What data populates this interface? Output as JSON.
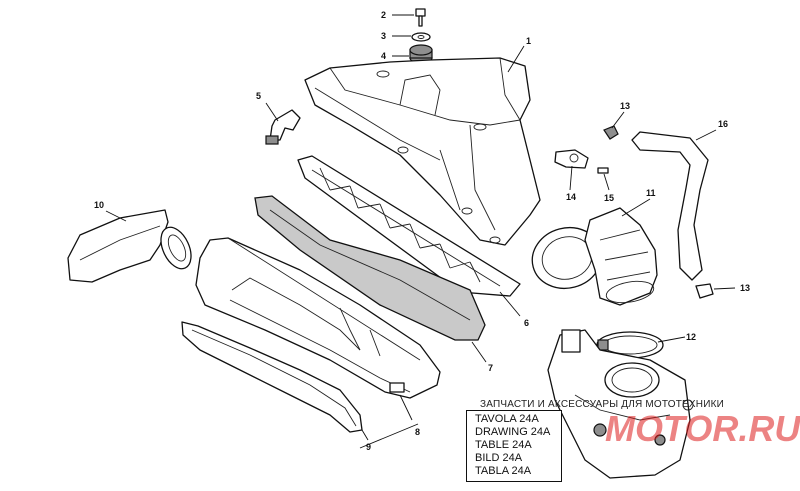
{
  "callouts": {
    "c1": "1",
    "c2": "2",
    "c3": "3",
    "c4": "4",
    "c5": "5",
    "c6": "6",
    "c7": "7",
    "c8": "8",
    "c9": "9",
    "c10": "10",
    "c11": "11",
    "c12": "12",
    "c13a": "13",
    "c13b": "13",
    "c14": "14",
    "c15": "15",
    "c16": "16"
  },
  "reference_box": {
    "line1": "TAVOLA 24A",
    "line2": "DRAWING 24A",
    "line3": "TABLE 24A",
    "line4": "BILD 24A",
    "line5": "TABLA 24A"
  },
  "watermark": {
    "top_text": "ЗАПЧАСТИ И АКСЕССУАРЫ ДЛЯ МОТОТЕХНИКИ",
    "logo_text": "MOTOR.RU"
  },
  "colors": {
    "line": "#111111",
    "watermark": "#dc1e1e",
    "filter_fill": "#c9c9c9"
  }
}
